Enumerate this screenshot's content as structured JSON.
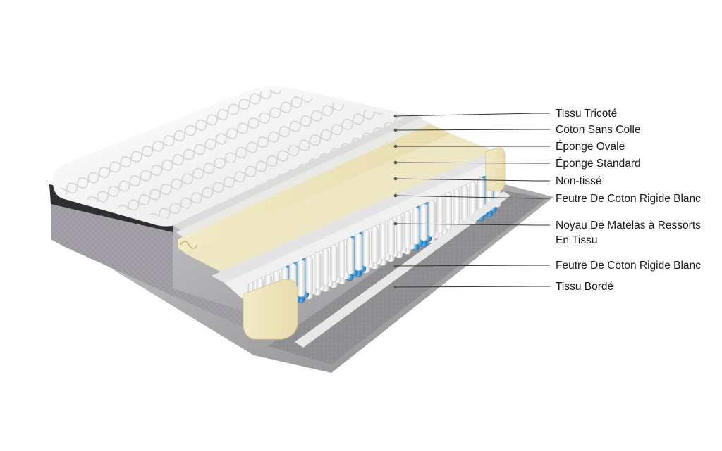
{
  "colors": {
    "knit_fabric": "#f4f4f4",
    "foam": "#efe4b8",
    "springs_white": "#fafafa",
    "springs_blue": "#2f9be6",
    "border_fabric": "#9c9aa0",
    "base_felt": "#8e8e8e",
    "leader_line": "#333333"
  },
  "labels": [
    {
      "text": "Tissu Tricoté"
    },
    {
      "text": "Coton Sans Colle"
    },
    {
      "text": "Éponge Ovale"
    },
    {
      "text": "Éponge Standard"
    },
    {
      "text": "Non-tissé"
    },
    {
      "text": "Feutre De Coton Rigide Blanc"
    },
    {
      "text": "Noyau De Matelas à Ressorts",
      "text2": "En Tissu"
    },
    {
      "text": "Feutre De Coton Rigide Blanc"
    },
    {
      "text": "Tissu Bordé"
    }
  ]
}
